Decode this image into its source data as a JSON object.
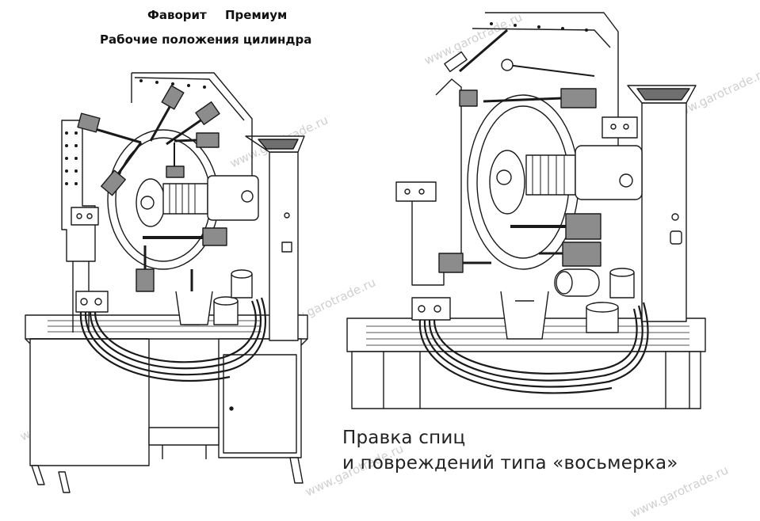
{
  "header": {
    "brand_favorit": "Фаворит",
    "brand_premium": "Премиум",
    "subtitle": "Рабочие положения цилиндра"
  },
  "caption": {
    "line1": "Правка спиц",
    "line2": "и повреждений типа «восьмерка»"
  },
  "watermark": {
    "text": "www.garotrade.ru"
  },
  "colors": {
    "ink": "#1a1a1a",
    "part_fill": "#8c8c8c",
    "body_fill": "#ffffff",
    "watermark": "#cfcfcf"
  },
  "illustrations": [
    {
      "name": "left-machine",
      "icon": "wheel-straightening-machine"
    },
    {
      "name": "right-machine",
      "icon": "wheel-straightening-machine"
    }
  ]
}
